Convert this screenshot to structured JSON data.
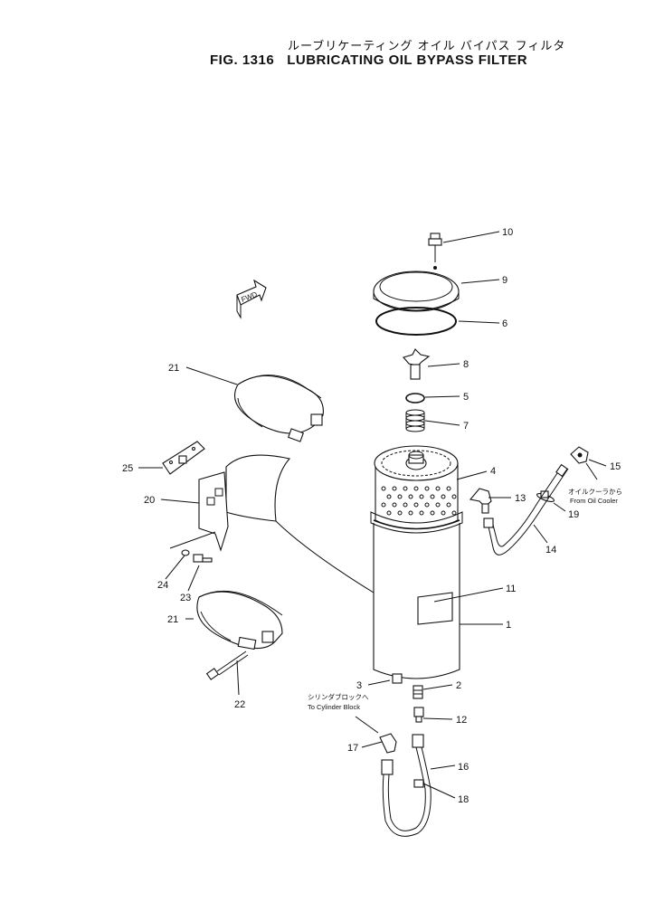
{
  "title": {
    "japanese": "ルーブリケーティング オイル バイパス フィルタ",
    "fig": "FIG. 1316",
    "english": "LUBRICATING OIL BYPASS FILTER"
  },
  "fwd_label": "FWD",
  "notes": {
    "from_oil_cooler_jp": "オイルクーラから",
    "from_oil_cooler_en": "From Oil Cooler",
    "to_cylinder_block_jp": "シリンダブロックへ",
    "to_cylinder_block_en": "To Cylinder Block"
  },
  "callouts": [
    "10",
    "9",
    "6",
    "8",
    "5",
    "7",
    "4",
    "13",
    "15",
    "19",
    "14",
    "11",
    "1",
    "2",
    "3",
    "12",
    "16",
    "17",
    "18",
    "21",
    "21",
    "25",
    "20",
    "24",
    "23",
    "22"
  ]
}
